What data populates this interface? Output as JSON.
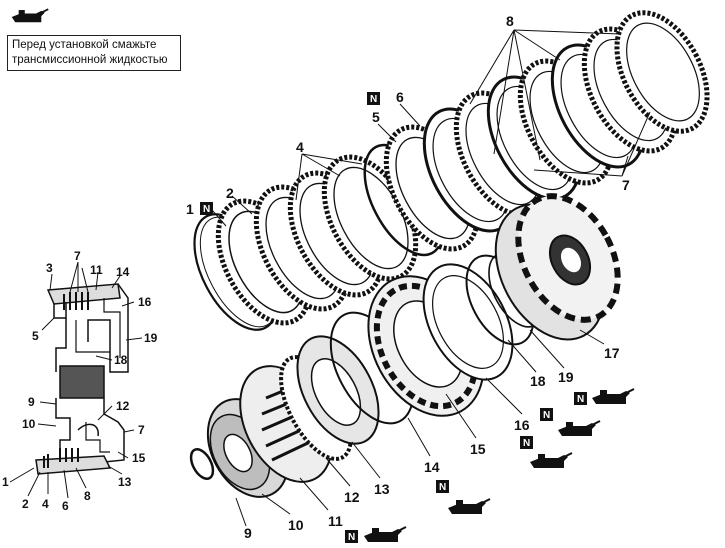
{
  "note": {
    "line1": "Перед установкой смажьте",
    "line2": "трансмиссионной жидкостью"
  },
  "new_part_marker": "N",
  "icons": {
    "oil_can": "oil-can-icon",
    "new_part": "new-part-icon"
  },
  "exploded_callouts": {
    "c1": "1",
    "c2": "2",
    "c4": "4",
    "c5": "5",
    "c6": "6",
    "c7": "7",
    "c8": "8",
    "c9": "9",
    "c10": "10",
    "c11": "11",
    "c12": "12",
    "c13": "13",
    "c14": "14",
    "c15": "15",
    "c16": "16",
    "c17": "17",
    "c18": "18",
    "c19": "19"
  },
  "section_callouts": {
    "s1": "1",
    "s2": "2",
    "s3": "3",
    "s4": "4",
    "s5": "5",
    "s6": "6",
    "s7a": "7",
    "s7b": "7",
    "s8": "8",
    "s9": "9",
    "s10": "10",
    "s11": "11",
    "s12": "12",
    "s13": "13",
    "s14": "14",
    "s15": "15",
    "s16": "16",
    "s18": "18",
    "s19": "19"
  },
  "colors": {
    "ink": "#111111",
    "paper": "#ffffff",
    "mid_gray": "#888888"
  }
}
